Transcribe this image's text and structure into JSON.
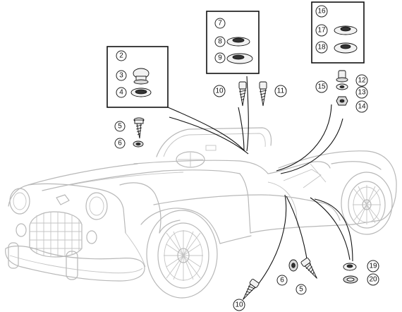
{
  "diagram": {
    "callouts": {
      "c2": "2",
      "c3": "3",
      "c4": "4",
      "c5": "5",
      "c6": "6",
      "c7": "7",
      "c8": "8",
      "c9": "9",
      "c10a": "10",
      "c11": "11",
      "c16": "16",
      "c17": "17",
      "c18": "18",
      "c12": "12",
      "c13": "13",
      "c14": "14",
      "c15": "15",
      "c19": "19",
      "c20": "20",
      "c6b": "6",
      "c5b": "5",
      "c10b": "10"
    }
  }
}
